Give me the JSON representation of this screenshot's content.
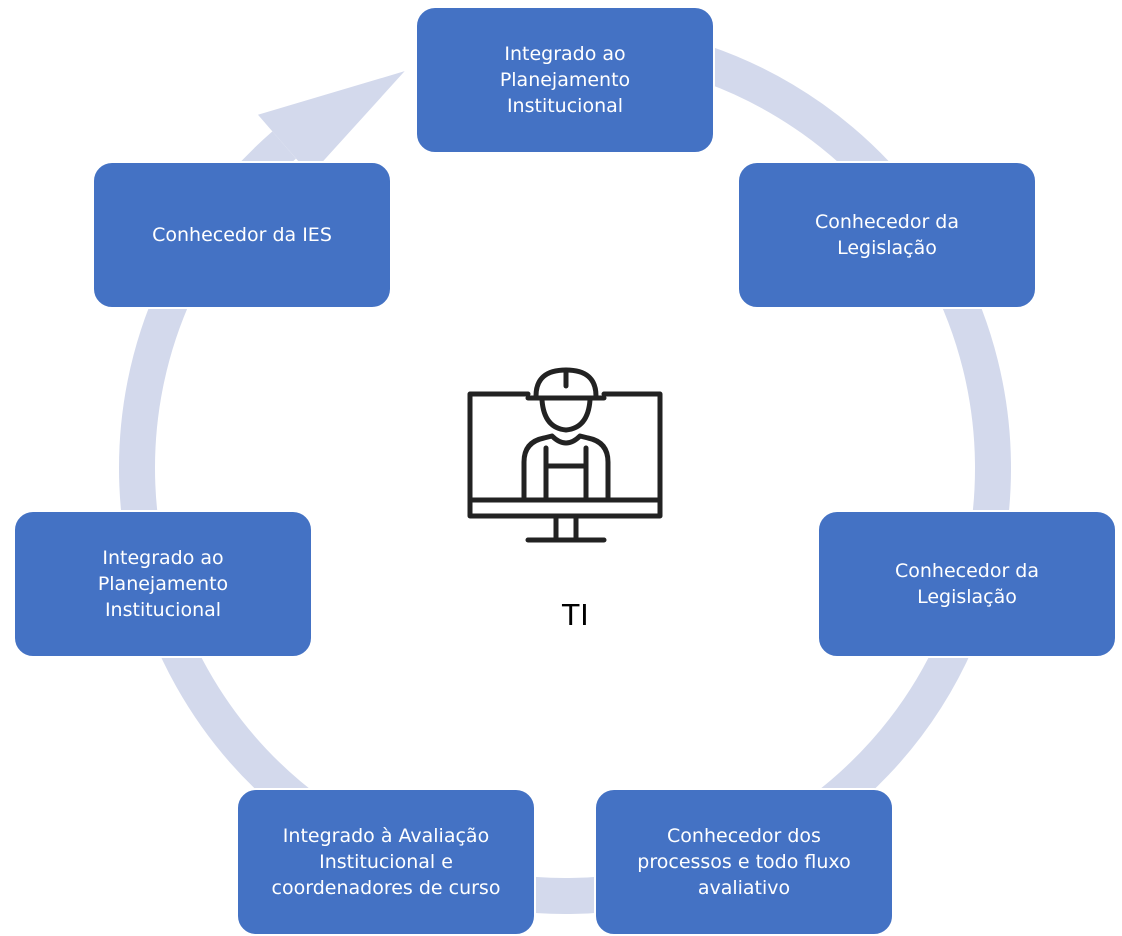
{
  "diagram": {
    "center_label": "TI",
    "center_icon": "worker-with-hard-hat-on-monitor-icon",
    "nodes": [
      {
        "label": "Integrado ao\nPlanejamento\nInstitucional"
      },
      {
        "label": "Conhecedor da\nLegislação"
      },
      {
        "label": "Conhecedor da\nLegislação"
      },
      {
        "label": "Conhecedor dos\nprocessos e todo fluxo\navaliativo"
      },
      {
        "label": "Integrado à Avaliação\nInstitucional e\ncoordenadores de curso"
      },
      {
        "label": "Integrado ao\nPlanejamento\nInstitucional"
      },
      {
        "label": "Conhecedor da IES"
      }
    ]
  },
  "colors": {
    "node_fill": "#4472c4",
    "node_text": "#ffffff",
    "ring": "#d3d9ec",
    "icon_stroke": "#222222"
  }
}
